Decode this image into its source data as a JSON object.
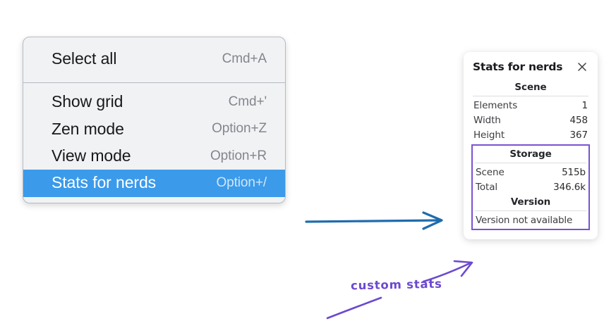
{
  "context_menu": {
    "groups": [
      {
        "items": [
          {
            "label": "Select all",
            "shortcut": "Cmd+A",
            "selected": false
          }
        ]
      },
      {
        "items": [
          {
            "label": "Show grid",
            "shortcut": "Cmd+'",
            "selected": false
          },
          {
            "label": "Zen mode",
            "shortcut": "Option+Z",
            "selected": false
          },
          {
            "label": "View mode",
            "shortcut": "Option+R",
            "selected": false
          },
          {
            "label": "Stats for nerds",
            "shortcut": "Option+/",
            "selected": true
          }
        ]
      }
    ],
    "highlight_color": "#3b9aea"
  },
  "stats_panel": {
    "title": "Stats for nerds",
    "close_icon": "close-icon",
    "scene": {
      "heading": "Scene",
      "rows": [
        {
          "label": "Elements",
          "value": "1"
        },
        {
          "label": "Width",
          "value": "458"
        },
        {
          "label": "Height",
          "value": "367"
        }
      ]
    },
    "storage": {
      "heading": "Storage",
      "rows": [
        {
          "label": "Scene",
          "value": "515b"
        },
        {
          "label": "Total",
          "value": "346.6k"
        }
      ]
    },
    "version": {
      "heading": "Version",
      "text": "Version not available"
    },
    "highlight_box_color": "#7b52d3"
  },
  "annotations": {
    "custom_stats_label": "custom stats",
    "arrow_blue_color": "#1f6cad",
    "arrow_purple_color": "#6c49cf"
  }
}
